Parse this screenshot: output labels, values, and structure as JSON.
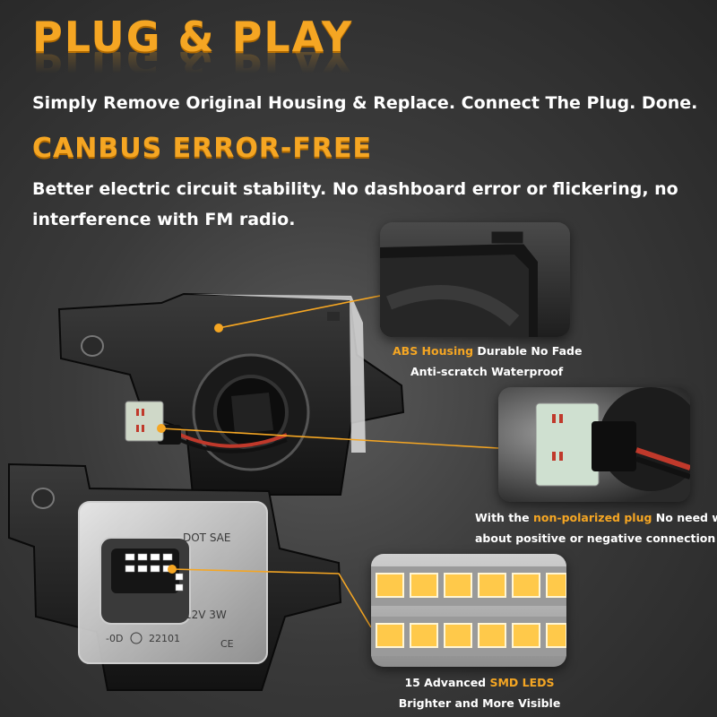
{
  "headline": "PLUG & PLAY",
  "intro": "Simply Remove Original Housing & Replace. Connect The Plug. Done.",
  "canbus": {
    "title": "CANBUS ERROR-FREE",
    "line1": "Better electric circuit stability. No dashboard error or flickering, no",
    "line2": "interference with FM radio."
  },
  "callouts": {
    "housing": {
      "highlight": "ABS Housing",
      "rest": " Durable No Fade",
      "line2": "Anti-scratch Waterproof"
    },
    "plug": {
      "prefix": "With the ",
      "highlight": "non-polarized plug",
      "rest": " No need worry",
      "line2": "about positive or negative connection"
    },
    "leds": {
      "prefix": "15 Advanced ",
      "highlight": "SMD LEDS",
      "line2": "Brighter and More Visible"
    }
  },
  "product_markings": {
    "dot": "DOT SAE",
    "voltage": "12V 3W",
    "code": "22101",
    "prefix": "-0D",
    "ce": "CE"
  },
  "colors": {
    "accent": "#f5a623",
    "callout_line": "#f5a623"
  }
}
